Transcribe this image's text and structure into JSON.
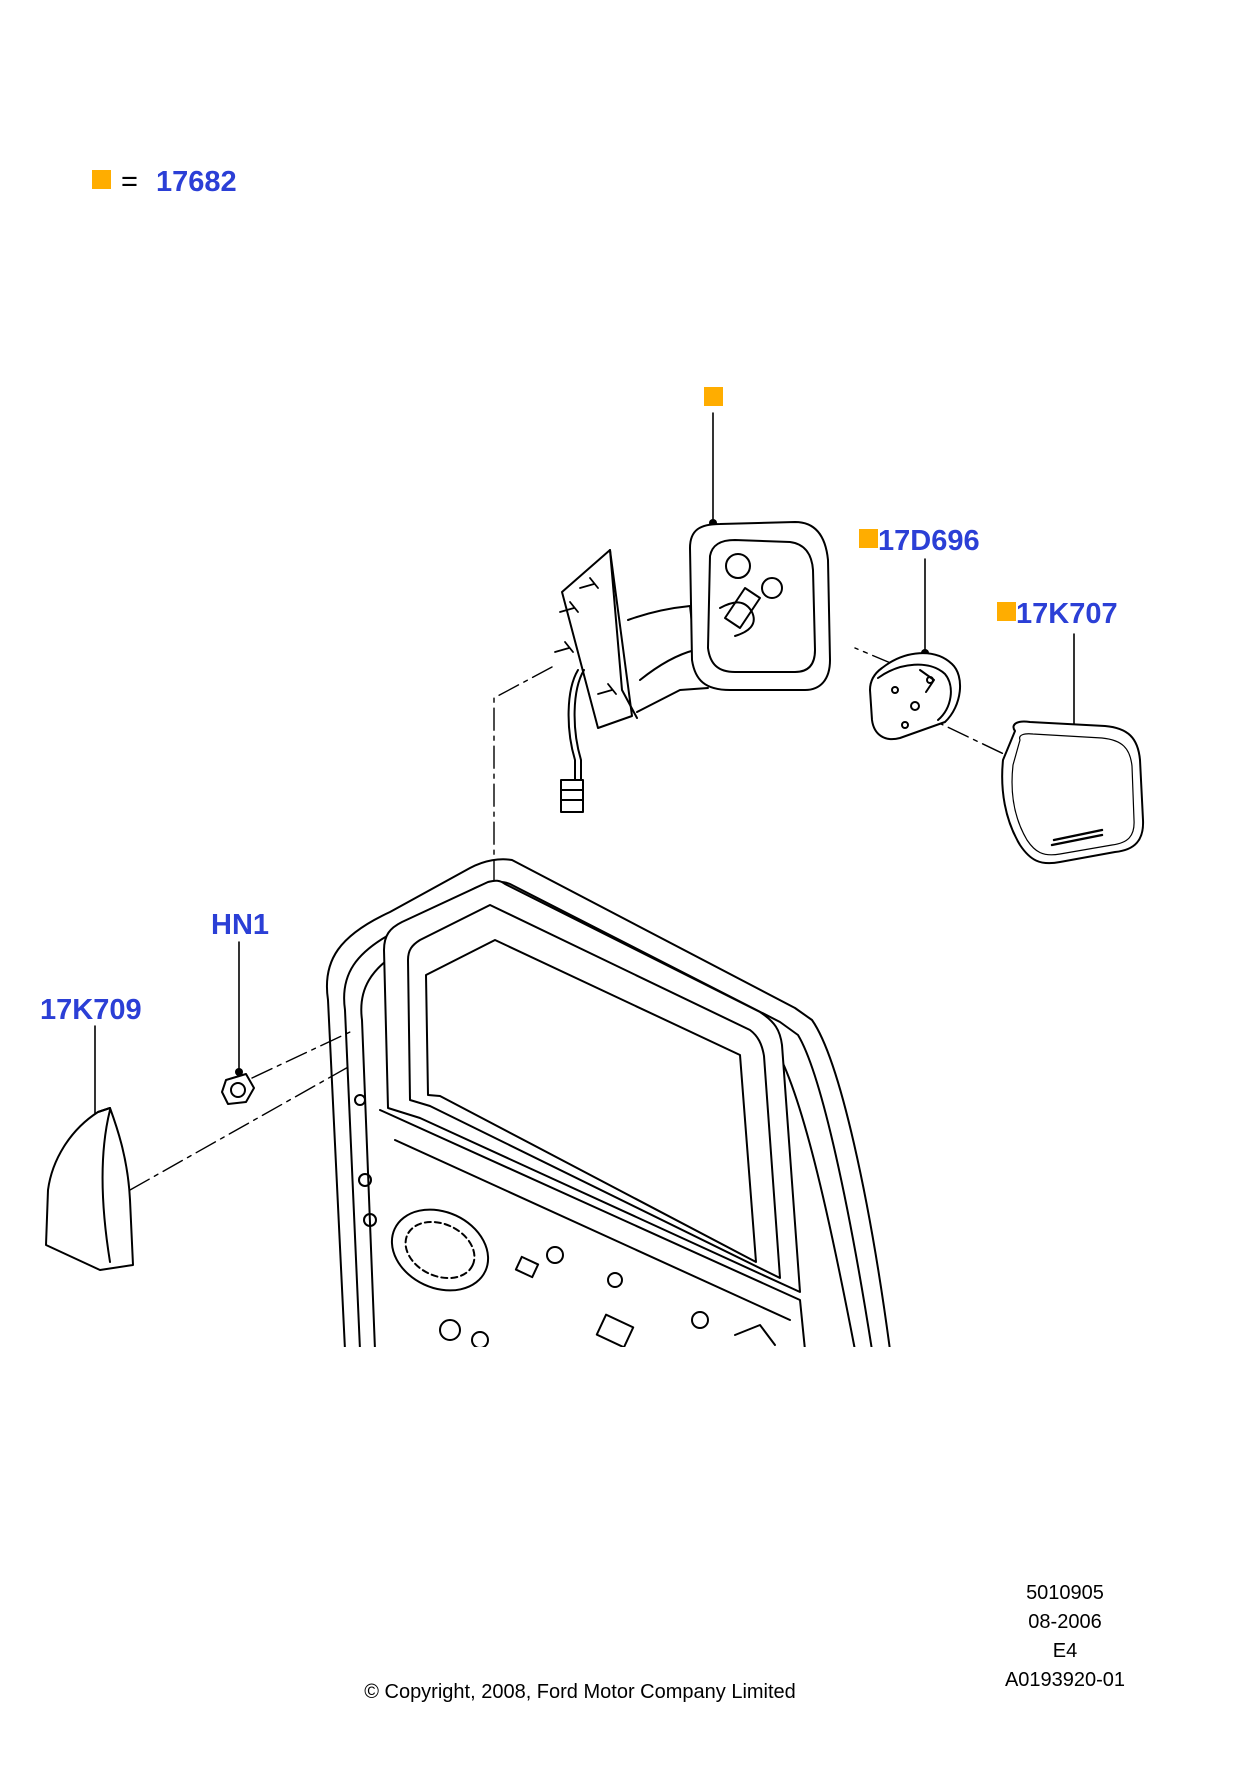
{
  "legend": {
    "equals": "=",
    "part": "17682"
  },
  "callouts": {
    "mirror_assembly": "",
    "glass_holder": "17D696",
    "mirror_glass": "17K707",
    "nut": "HN1",
    "trim_cover": "17K709"
  },
  "footer": {
    "ref1": "5010905",
    "date": "08-2006",
    "code": "E4",
    "illustration_id": "A0193920-01",
    "copyright": "© Copyright, 2008, Ford Motor Company Limited"
  },
  "colors": {
    "callout_text": "#2b3fd6",
    "marker": "#ffad00",
    "line": "#000000"
  }
}
